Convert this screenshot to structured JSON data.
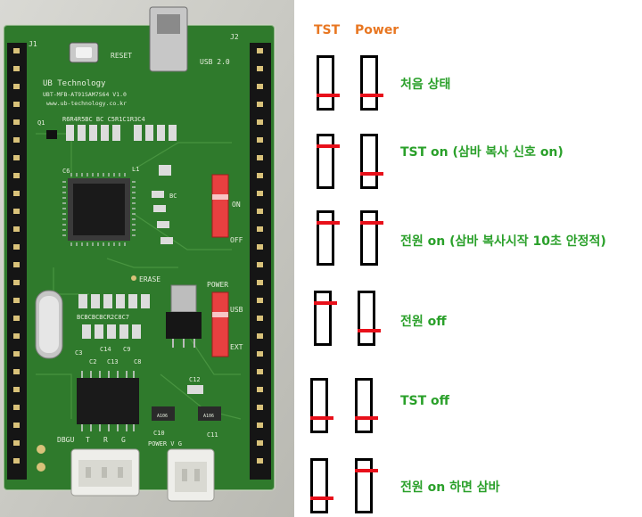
{
  "colors": {
    "header": "#e87722",
    "label": "#2aa02a",
    "marker": "#e8101a",
    "board": "#2f7a2c"
  },
  "headers": {
    "tst": "TST",
    "power": "Power"
  },
  "states": [
    {
      "label": "처음 상태",
      "tst_level": 0.24,
      "power_level": 0.24
    },
    {
      "label": "TST on  (삼바 복사 신호 on)",
      "tst_level": 0.82,
      "power_level": 0.24
    },
    {
      "label": "전원 on  (삼바 복사시작 10초 안정적)",
      "tst_level": 0.82,
      "power_level": 0.82
    },
    {
      "label": "전원 off",
      "tst_level": 0.82,
      "power_level": 0.24
    },
    {
      "label": "TST off",
      "tst_level": 0.24,
      "power_level": 0.24
    },
    {
      "label": "전원 on 하면 삼바",
      "tst_level": 0.24,
      "power_level": 0.82
    }
  ],
  "board": {
    "reset": "RESET",
    "usb": "USB 2.0",
    "j1": "J1",
    "j2": "J2",
    "company": "UB Technology",
    "model": "UBT-MFB-AT91SAM7S64 V1.0",
    "url": "www.ub-technology.co.kr",
    "resistors": "R6R4R5BC BC  C5R1C1R3C4",
    "q1": "Q1",
    "c6": "C6",
    "l1": "L1",
    "bc": "BC",
    "on": "ON",
    "off": "OFF",
    "erase": "ERASE",
    "power": "POWER",
    "usb_side": "USB",
    "ext": "EXT",
    "caps": "BCBCBCBCR2C8C7",
    "c3": "C3",
    "c14": "C14",
    "c9": "C9",
    "c2": "C2",
    "c13": "C13",
    "c8": "C8",
    "c12": "C12",
    "c10": "C10",
    "c11": "C11",
    "a106": "A106",
    "dbgu": "DBGU",
    "t": "T",
    "r": "R",
    "g": "G",
    "power_vg": "POWER  V   G"
  }
}
